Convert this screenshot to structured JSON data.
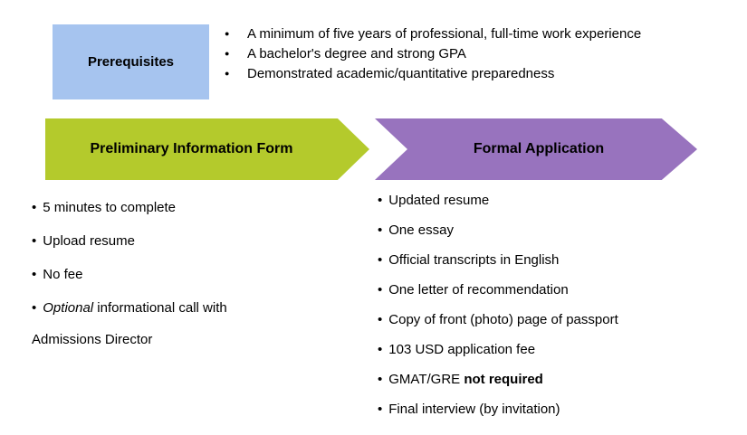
{
  "colors": {
    "prerequisites_box_bg": "#a6c4ef",
    "preliminary_arrow": "#b4ca2c",
    "formal_arrow": "#9873be",
    "text": "#000000"
  },
  "icons": {
    "bullet_large": "●",
    "bullet_small": "•"
  },
  "prerequisites": {
    "box_label": "Prerequisites",
    "items": [
      "A minimum of five years of professional, full-time work experience",
      "A bachelor's degree and strong GPA",
      "Demonstrated academic/quantitative preparedness"
    ]
  },
  "preliminary_stage": {
    "arrow_label": "Preliminary Information Form",
    "items": [
      "5 minutes to complete",
      "Upload resume",
      "No fee",
      [
        {
          "t": "Optional",
          "i": true
        },
        {
          "t": " informational call with Admissions Director"
        }
      ]
    ]
  },
  "formal_stage": {
    "arrow_label": "Formal Application",
    "items": [
      "Updated resume",
      "One essay",
      "Official transcripts in English",
      "One letter of recommendation",
      "Copy of front (photo) page of passport",
      "103 USD application fee",
      [
        {
          "t": "GMAT/GRE "
        },
        {
          "t": "not required",
          "b": true
        }
      ],
      "Final interview (by invitation)"
    ]
  }
}
